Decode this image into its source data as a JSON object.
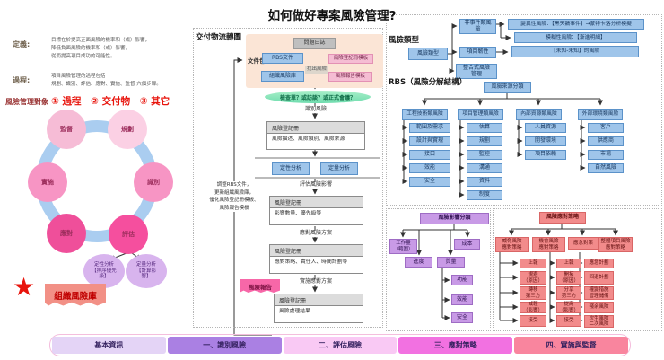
{
  "title": "如何做好專案風險管理?",
  "left": {
    "def_label": "定義:",
    "def_text": "目標在於提高正面風險的機率和（或）影響，\n降低負面風險的機率和（或）影響，\n從而提高項目成功的可能性。",
    "proc_label": "過程:",
    "proc_text": "項目風險管理的過程包括\n規劃、識別、評估、應對、實施、監督 六個步驟。",
    "objects_label": "風險管理對象",
    "objects": "① 過程　② 交付物　③ 其它",
    "cycle": {
      "plan": "規劃",
      "identify": "識別",
      "evaluate": "評估",
      "respond": "應對",
      "implement": "實施",
      "monitor": "監督"
    },
    "qualitative": "定性分析\n【排序優先\n級】",
    "quantitative": "定量分析\n【計算影\n響】",
    "star": "★",
    "org_db": "組織風險庫"
  },
  "flow": {
    "section_title": "交付物流轉圖",
    "files_label": "文件包",
    "issue_log": "問題日誌",
    "rbs_file": "RBS文件",
    "org_db": "組織風險庫",
    "register_tpl": "風險登記冊模板",
    "report_tpl": "風險報告模板",
    "find_risk": "找出風險",
    "methods": "檢查單？或訪談？或正式會議？",
    "step1": "識別風險",
    "r1_title": "風險登記冊",
    "r1_body": "風險描述、風險類別、風險來源",
    "qual": "定性分析",
    "quant": "定量分析",
    "step2": "評估風險影響",
    "r2_title": "風險登記冊",
    "r2_body": "影響數量、優先級等",
    "step3": "應對風險方案",
    "r3_title": "風險登記冊",
    "r3_body": "應對策略、責任人、時間計劃等",
    "step4": "實施應對方案",
    "risk_report": "風險報告",
    "r4_title": "風險登記冊",
    "r4_body": "風險處理結果",
    "feedback": "調整RBS文件，\n更新組織風險庫，\n優化風險登記冊模板、\n風險報告模板"
  },
  "types": {
    "section_title": "風險類型",
    "root": "風險類型",
    "non_event": "非事件類風\n險",
    "variability": "變異性風險：【黑天鵝事件】→蒙特卡洛分析模擬",
    "ambiguity": "模糊性風險：【漸進明細】",
    "resilience": "項目韌性",
    "unknown_risk": "【未知-未知】的風險",
    "integrated": "整合式風險\n管理"
  },
  "rbs": {
    "section_title": "RBS（風險分解結構）",
    "root": "風險來源分類",
    "columns": [
      {
        "title": "工程技術類風險",
        "items": [
          "範圍及需求",
          "設計與實現",
          "接口",
          "效能",
          "安全"
        ]
      },
      {
        "title": "項目管理類風險",
        "items": [
          "估算",
          "規劃",
          "監控",
          "溝通",
          "資料",
          "制度"
        ]
      },
      {
        "title": "內部資源類風險",
        "items": [
          "人員資源",
          "開發環境",
          "項目依賴"
        ]
      },
      {
        "title": "外部環境類風險",
        "items": [
          "客戶",
          "供應商",
          "市場",
          "自然風險"
        ]
      }
    ]
  },
  "impact": {
    "root": "風險影響分類",
    "workload": "工作量\n（範圍）",
    "schedule": "進度",
    "quality": "質量",
    "cost": "成本",
    "q_children": [
      "功能",
      "效能",
      "安全"
    ]
  },
  "response": {
    "root": "風險應對策略",
    "b1_title": "威脅風險\n應對策略",
    "b1": [
      "上報",
      "規避\n（原因）",
      "轉移\n第三方",
      "減輕\n（影響）",
      "接受"
    ],
    "b2_title": "機會風險\n應對策略",
    "b2": [
      "上報",
      "開拓\n（原因）",
      "分享\n第三方",
      "提高\n（影響）",
      "接受"
    ],
    "b3_title": "應急對策",
    "b3": [
      "應急計劃",
      "回退計劃",
      "權變措施\n管理儲備",
      "殘余風險",
      "次生風險\n二次風險"
    ],
    "b4_title": "整體項目風險\n應對策略"
  },
  "footer": {
    "s1": "基本資訊",
    "s2": "一、識別風險",
    "s3": "二、評估風險",
    "s4": "三、應對策略",
    "s5": "四、實施與監督"
  },
  "colors": {
    "accent_red": "#e8150d",
    "blue": "#9fc5ea",
    "pink_template": "#f5bdd3",
    "purple": "#c89ae6",
    "salmon": "#f28b8b",
    "green_banner": "#8fe5bd",
    "orange_container": "#fbe5d6",
    "ring_blue": "#aacdf0",
    "footer_colors": [
      "#e4d4f6",
      "#aa80e3",
      "#f9c9f4",
      "#f271e1",
      "#f9859e"
    ]
  }
}
